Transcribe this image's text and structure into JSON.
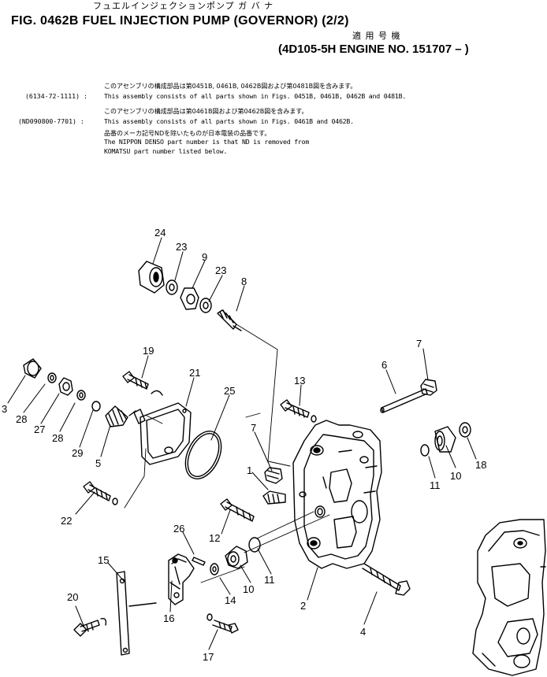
{
  "header": {
    "kana_title": "フュエルインジェクションポンプ ガ バ ナ",
    "fig_title": "FIG. 0462B  FUEL INJECTION PUMP (GOVERNOR) (2/2)",
    "applicable_jp": "適 用 号 機",
    "engine": "(4D105-5H ENGINE NO. 151707 – )"
  },
  "notes": [
    {
      "part_no": "",
      "jp": "このアセンブリの構成部品は第0451B, 0461B, 0462B図および第0481B図を含みます。",
      "en": ""
    },
    {
      "part_no": "(6134-72-1111) :",
      "jp": "",
      "en": "This assembly consists of all parts shown in Figs. 0451B, 0461B, 0462B and 0481B."
    },
    {
      "part_no": "",
      "jp": "このアセンブリの構成部品は第0461B図および第0462B図を含みます。",
      "en": ""
    },
    {
      "part_no": "(ND090800-7701) :",
      "jp": "",
      "en": "This assembly consists of all parts shown in Figs. 0461B and 0462B."
    },
    {
      "part_no": "",
      "jp": "品番のメーカ記号NDを除いたものが日本電装の品番です。",
      "en": ""
    },
    {
      "part_no": "",
      "jp": "",
      "en": "The NIPPON DENSO part number is that ND is removed from"
    },
    {
      "part_no": "",
      "jp": "",
      "en": "KOMATSU part number listed below."
    }
  ],
  "callouts": [
    "24",
    "23",
    "9",
    "23",
    "8",
    "19",
    "21",
    "25",
    "7",
    "6",
    "13",
    "3",
    "28",
    "27",
    "28",
    "29",
    "5",
    "7",
    "1",
    "18",
    "10",
    "11",
    "22",
    "12",
    "26",
    "15",
    "10",
    "11",
    "14",
    "2",
    "20",
    "16",
    "17",
    "4"
  ]
}
